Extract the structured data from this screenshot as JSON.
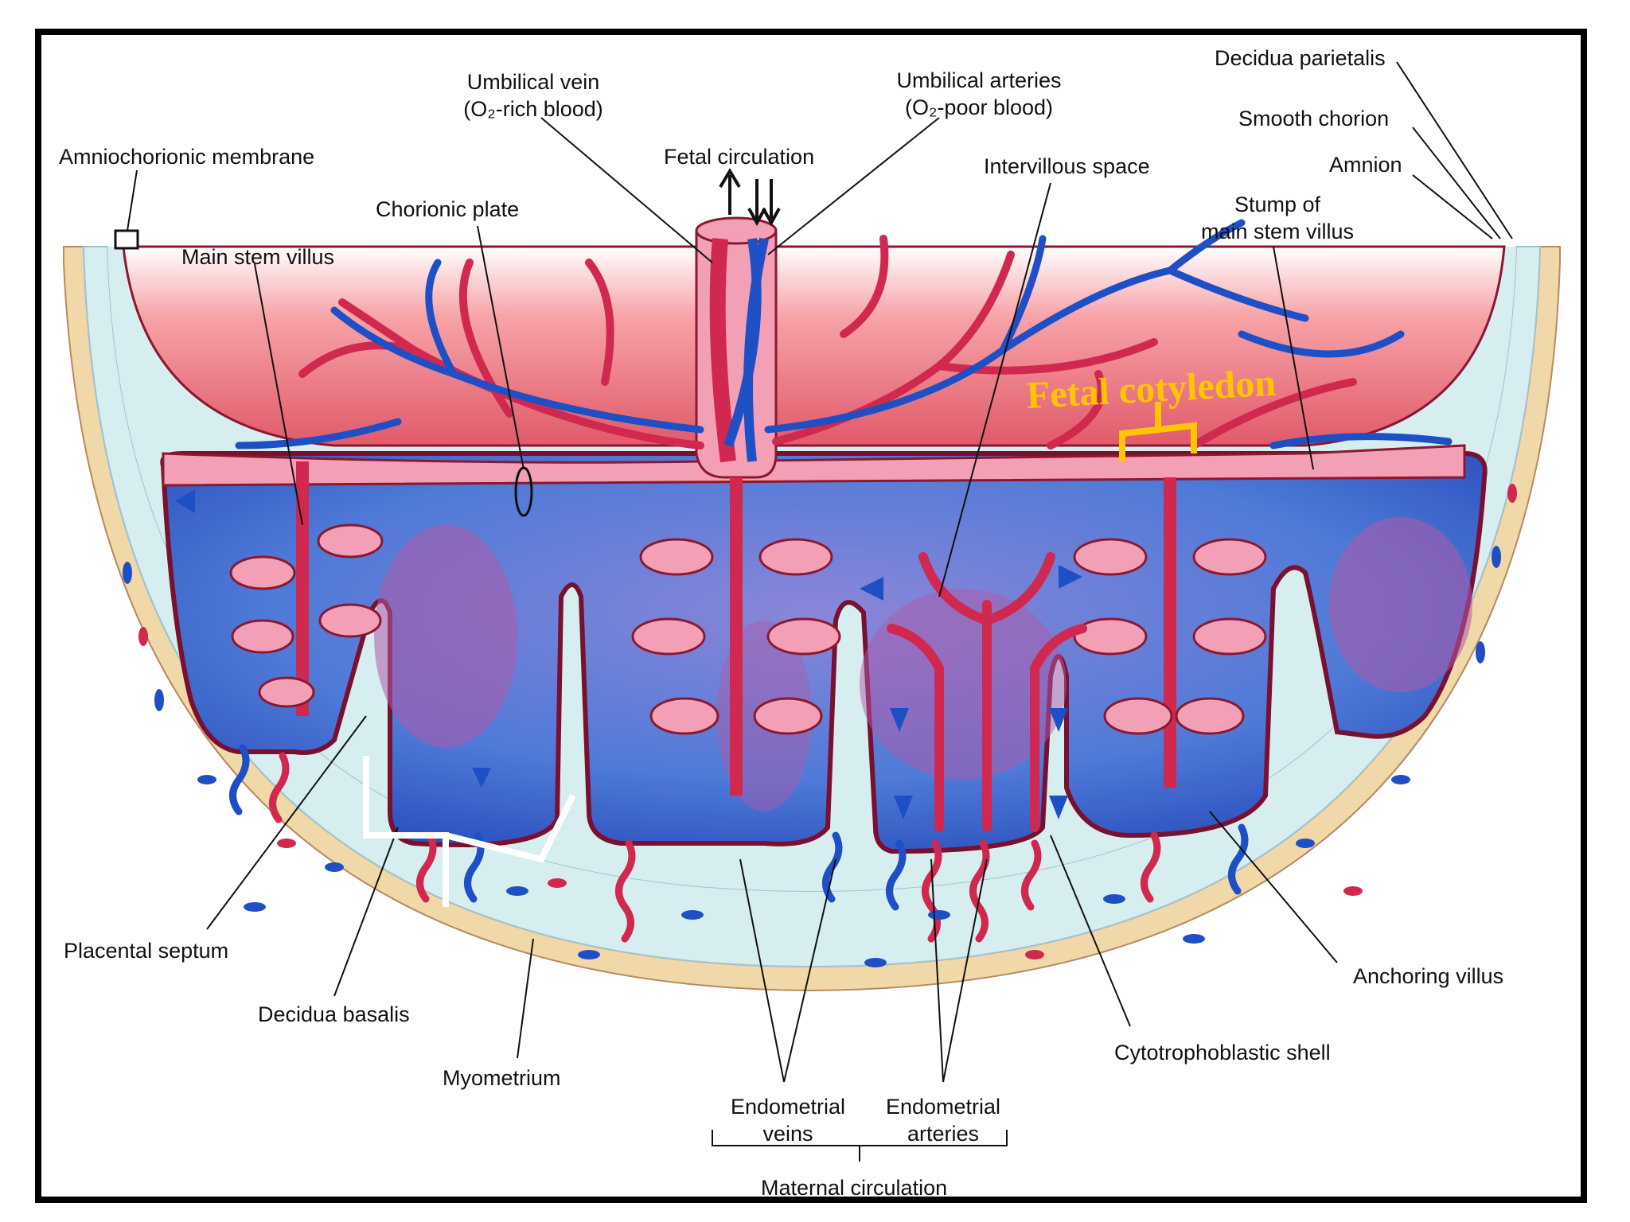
{
  "labels": {
    "amniochorionic_membrane": "Amniochorionic membrane",
    "umbilical_vein_l1": "Umbilical vein",
    "umbilical_vein_l2": "(O₂-rich blood)",
    "fetal_circulation": "Fetal circulation",
    "umbilical_arteries_l1": "Umbilical arteries",
    "umbilical_arteries_l2": "(O₂-poor blood)",
    "decidua_parietalis": "Decidua parietalis",
    "smooth_chorion": "Smooth chorion",
    "amnion": "Amnion",
    "intervillous_space": "Intervillous space",
    "chorionic_plate": "Chorionic plate",
    "main_stem_villus": "Main stem villus",
    "stump_l1": "Stump of",
    "stump_l2": "main stem villus",
    "fetal_cotyledon": "Fetal cotyledon",
    "placental_septum": "Placental septum",
    "decidua_basalis": "Decidua basalis",
    "myometrium": "Myometrium",
    "endometrial_veins_l1": "Endometrial",
    "endometrial_veins_l2": "veins",
    "endometrial_arteries_l1": "Endometrial",
    "endometrial_arteries_l2": "arteries",
    "maternal_circulation": "Maternal circulation",
    "cytotrophoblastic_shell": "Cytotrophoblastic shell",
    "anchoring_villus": "Anchoring villus"
  },
  "colors": {
    "artery_red": "#d0284e",
    "vein_blue": "#1f4fc4",
    "intervillous_blue": "#4a78d8",
    "decidua_light": "#d6eef0",
    "myometrium_tan": "#f0d8a8",
    "chorion_pink": "#f4a6b8",
    "cotyledon_highlight": "#ffc600",
    "bracket_white": "#ffffff"
  }
}
